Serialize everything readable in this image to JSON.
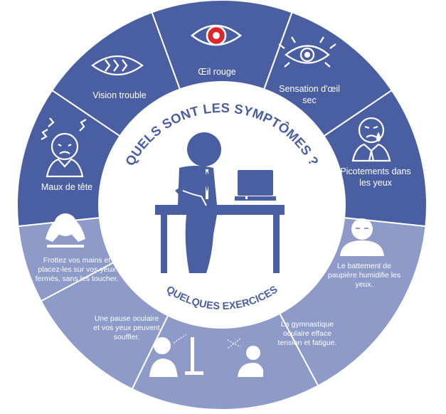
{
  "title": "QUELS SONT LES SYMPTÔMES ?",
  "subtitle": "QUELQUES EXERCICES",
  "colors": {
    "symptom_segment": "#4a5fa2",
    "exercise_segment": "#8e9ac8",
    "center": "#ffffff",
    "figure": "#4a5fa2",
    "eye_red": "#e0262d"
  },
  "symptoms": [
    {
      "label": "Œil rouge",
      "icon": "red-eye-icon"
    },
    {
      "label": "Sensation d'œil sec",
      "icon": "dry-eye-icon"
    },
    {
      "label": "Picotements dans les yeux",
      "icon": "crying-face-icon"
    },
    {
      "label": "Maux de tête",
      "icon": "headache-face-icon"
    },
    {
      "label": "Vision trouble",
      "icon": "blurred-eye-icon"
    }
  ],
  "exercises": [
    {
      "label": "Le battement de paupière humidifie les yeux.",
      "icon": "closed-eyes-person-icon"
    },
    {
      "label": "La gymnastique oculaire efface tension et fatigue.",
      "icon": "eye-exercise-person-icon"
    },
    {
      "label": "Une pause oculaire et vos yeux peuvent souffler.",
      "icon": "screen-break-person-icon"
    },
    {
      "label": "Frottez vos mains et placez-les sur vos yeux fermés, sans les toucher.",
      "icon": "palming-person-icon"
    }
  ],
  "center_icon": "person-at-desk-laptop-icon"
}
